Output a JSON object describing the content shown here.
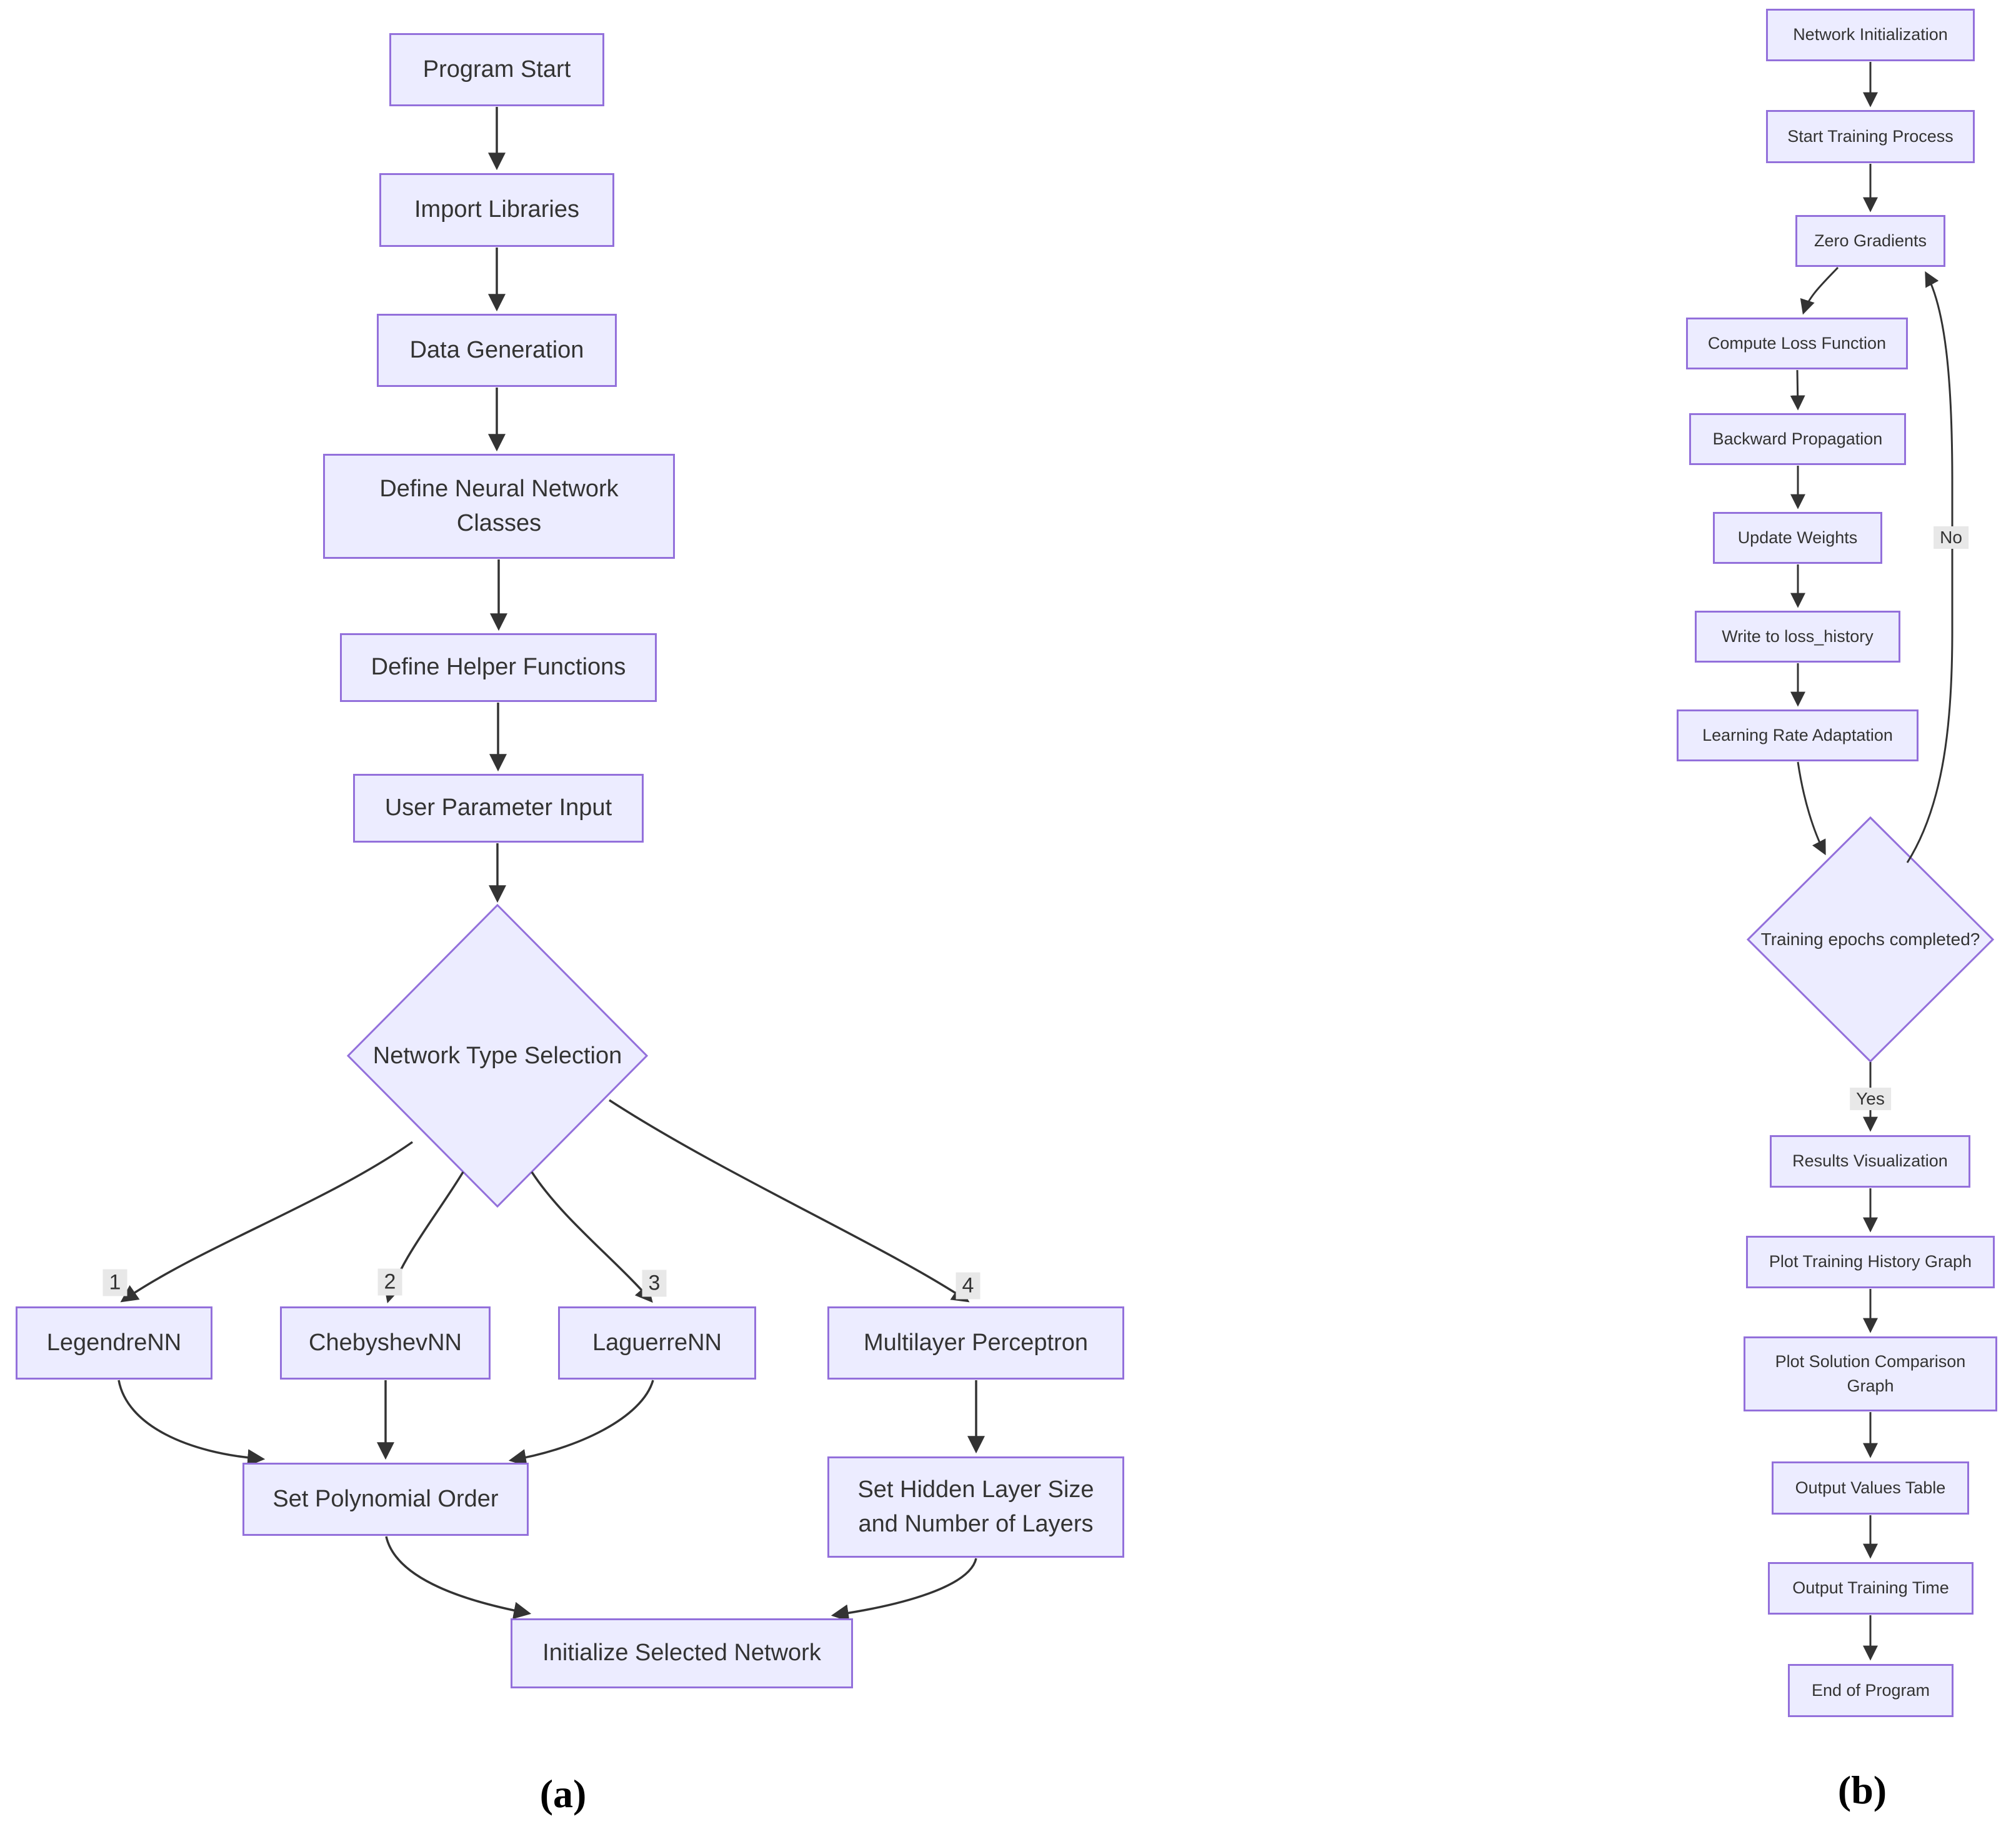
{
  "colors": {
    "node_fill": "#ECECFF",
    "node_border": "#9370DB",
    "edge": "#333333",
    "text": "#333333",
    "edge_label_bg": "#e8e8e8"
  },
  "a": {
    "caption": "(a)",
    "nodes": {
      "program_start": "Program Start",
      "import_libraries": "Import Libraries",
      "data_generation": "Data Generation",
      "define_nn_classes": "Define Neural Network Classes",
      "define_helpers": "Define Helper Functions",
      "user_param_input": "User Parameter Input",
      "network_type_selection": "Network Type Selection",
      "legendre": "LegendreNN",
      "chebyshev": "ChebyshevNN",
      "laguerre": "LaguerreNN",
      "mlp": "Multilayer Perceptron",
      "set_poly_order": "Set Polynomial Order",
      "set_hidden": "Set Hidden Layer Size and Number of Layers",
      "init_network": "Initialize Selected Network"
    },
    "edge_labels": {
      "one": "1",
      "two": "2",
      "three": "3",
      "four": "4"
    }
  },
  "b": {
    "caption": "(b)",
    "nodes": {
      "network_init": "Network Initialization",
      "start_training": "Start Training Process",
      "zero_gradients": "Zero Gradients",
      "compute_loss": "Compute Loss Function",
      "backward_prop": "Backward Propagation",
      "update_weights": "Update Weights",
      "write_loss_history": "Write to loss_history",
      "lr_adaptation": "Learning Rate Adaptation",
      "epochs_completed": "Training epochs completed?",
      "results_viz": "Results Visualization",
      "plot_training_history": "Plot Training History Graph",
      "plot_solution_comparison": "Plot Solution Comparison Graph",
      "output_values_table": "Output Values Table",
      "output_training_time": "Output Training Time",
      "end_of_program": "End of Program"
    },
    "edge_labels": {
      "no": "No",
      "yes": "Yes"
    }
  }
}
